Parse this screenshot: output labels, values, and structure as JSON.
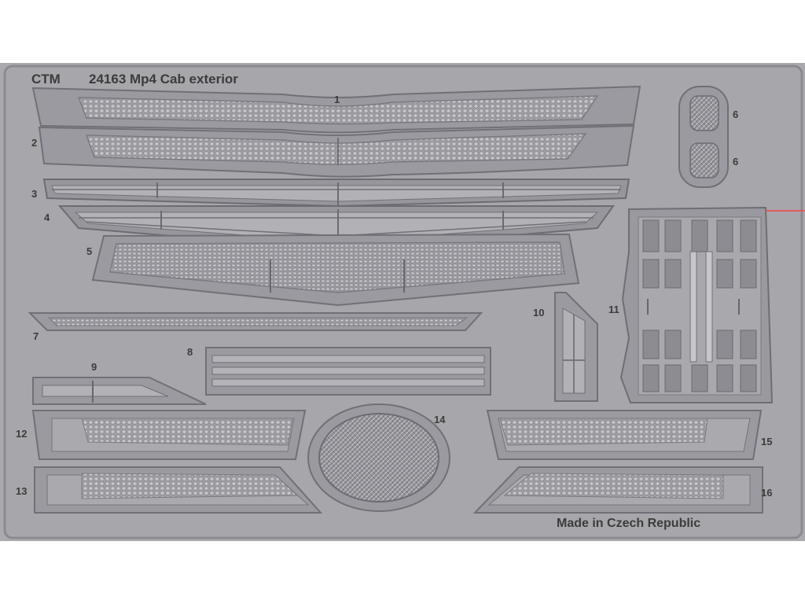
{
  "sheet": {
    "maker": "CTM",
    "title": "24163 Mp4 Cab exterior",
    "origin": "Made in Czech Republic"
  },
  "part_numbers": [
    "1",
    "2",
    "3",
    "4",
    "5",
    "6",
    "6",
    "7",
    "8",
    "9",
    "10",
    "11",
    "12",
    "13",
    "14",
    "15",
    "16"
  ],
  "colors": {
    "sheet": "#a6a6ab",
    "frame": "#8d8d93",
    "part_fill": "#9d9da3",
    "part_edge": "#727278",
    "mesh": "#c6c6cb",
    "text": "#3c3c3c",
    "sprue_cut": "#e05a5a"
  }
}
